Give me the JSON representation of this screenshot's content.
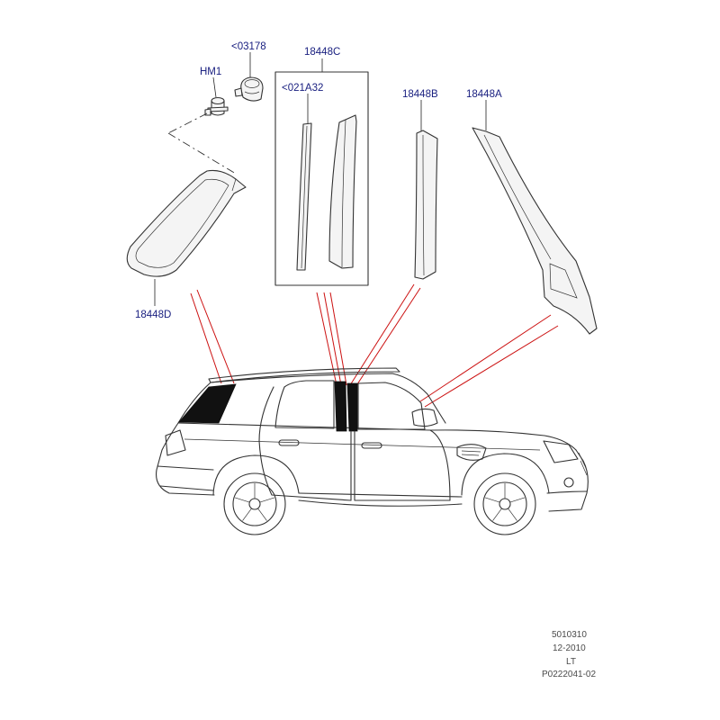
{
  "labels": {
    "part_03178": "<03178",
    "part_18448C": "18448C",
    "part_HM1": "HM1",
    "part_021A32": "<021A32",
    "part_18448B": "18448B",
    "part_18448A": "18448A",
    "part_18448D": "18448D"
  },
  "footer": {
    "code": "5010310",
    "date": "12-2010",
    "region": "LT",
    "ref": "P0222041-02"
  },
  "colors": {
    "label": "#1a2080",
    "leader_red": "#cc1111",
    "line": "#333333",
    "footer_text": "#4a4a4a"
  }
}
